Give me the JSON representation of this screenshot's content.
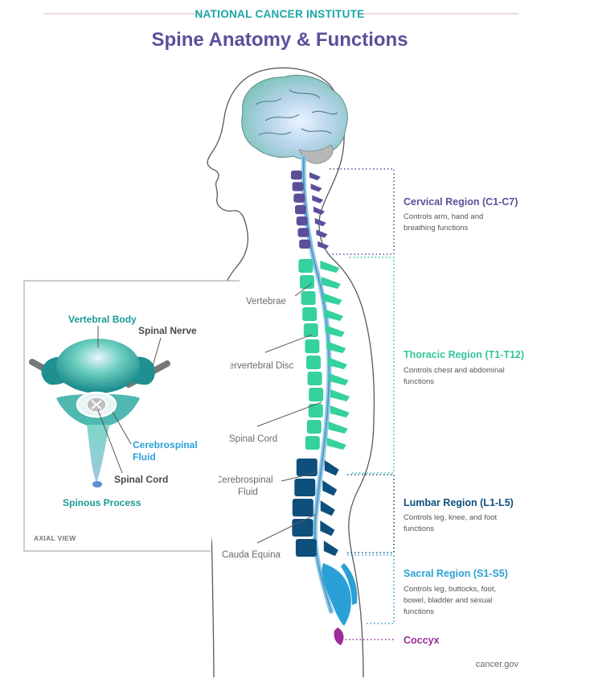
{
  "header": {
    "org": "NATIONAL CANCER INSTITUTE",
    "title": "Spine Anatomy & Functions"
  },
  "colors": {
    "cervical": "#5b4f9a",
    "thoracic": "#35d19e",
    "lumbar": "#0f4f7c",
    "sacral": "#2aa0d6",
    "coccyx": "#9c2c98",
    "org_teal": "#1aa6a6",
    "title_purple": "#5b4f9a",
    "label_gray": "#6b6b6b",
    "body_outline": "#5a5a5a"
  },
  "labels": {
    "vertebrae": "Vertebrae",
    "intervertebral_disc": "Intervertebral Disc",
    "spinal_cord": "Spinal Cord",
    "csf_line1": "Cerebrospinal",
    "csf_line2": "Fluid",
    "cauda_equina": "Cauda Equina"
  },
  "regions": {
    "cervical": {
      "name": "Cervical Region (C1-C7)",
      "desc1": "Controls arm, hand and",
      "desc2": "breathing functions"
    },
    "thoracic": {
      "name": "Thoracic Region (T1-T12)",
      "desc1": "Controls chest and abdominal",
      "desc2": "functions"
    },
    "lumbar": {
      "name": "Lumbar Region (L1-L5)",
      "desc1": "Controls leg, knee, and foot",
      "desc2": "functions"
    },
    "sacral": {
      "name": "Sacral Region (S1-S5)",
      "desc1": "Controls leg, buttocks, foot,",
      "desc2": "bowel, bladder and sexual",
      "desc3": "functions"
    },
    "coccyx": {
      "name": "Coccyx"
    }
  },
  "axial": {
    "vertebral_body": "Vertebral Body",
    "spinal_nerve": "Spinal Nerve",
    "csf_line1": "Cerebrospinal",
    "csf_line2": "Fluid",
    "spinal_cord": "Spinal Cord",
    "spinous_process": "Spinous Process",
    "view_label": "AXIAL VIEW"
  },
  "footer": {
    "source": "cancer.gov"
  }
}
